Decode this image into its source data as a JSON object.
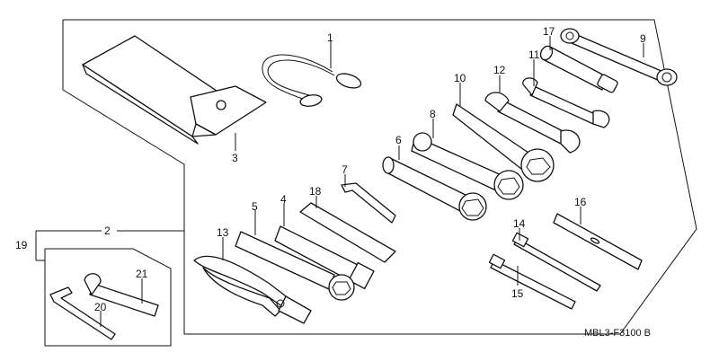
{
  "diagram": {
    "parts": [
      {
        "id": "p1",
        "label": "1",
        "name": "tool-strap"
      },
      {
        "id": "p2",
        "label": "2",
        "name": "tool-kit-assembly"
      },
      {
        "id": "p3",
        "label": "3",
        "name": "tool-bag"
      },
      {
        "id": "p4",
        "label": "4",
        "name": "spark-plug-wrench"
      },
      {
        "id": "p5",
        "label": "5",
        "name": "handle-bar"
      },
      {
        "id": "p6",
        "label": "6",
        "name": "open-end-wrench-a"
      },
      {
        "id": "p7",
        "label": "7",
        "name": "hex-wrench-small"
      },
      {
        "id": "p8",
        "label": "8",
        "name": "open-end-wrench-b"
      },
      {
        "id": "p9",
        "label": "9",
        "name": "box-end-wrench"
      },
      {
        "id": "p10",
        "label": "10",
        "name": "pin-spanner"
      },
      {
        "id": "p11",
        "label": "11",
        "name": "combination-wrench-small"
      },
      {
        "id": "p12",
        "label": "12",
        "name": "combination-wrench-large"
      },
      {
        "id": "p13",
        "label": "13",
        "name": "pliers"
      },
      {
        "id": "p14",
        "label": "14",
        "name": "phillips-screwdriver"
      },
      {
        "id": "p15",
        "label": "15",
        "name": "flat-screwdriver"
      },
      {
        "id": "p16",
        "label": "16",
        "name": "screwdriver-grip"
      },
      {
        "id": "p17",
        "label": "17",
        "name": "screwdriver-handle"
      },
      {
        "id": "p18",
        "label": "18",
        "name": "extension-bar"
      },
      {
        "id": "p19",
        "label": "19",
        "name": "tool-set-group"
      },
      {
        "id": "p20",
        "label": "20",
        "name": "hex-wrench-large"
      },
      {
        "id": "p21",
        "label": "21",
        "name": "wrench-small"
      }
    ],
    "drawing_code": "MBL3-F3100 B"
  }
}
